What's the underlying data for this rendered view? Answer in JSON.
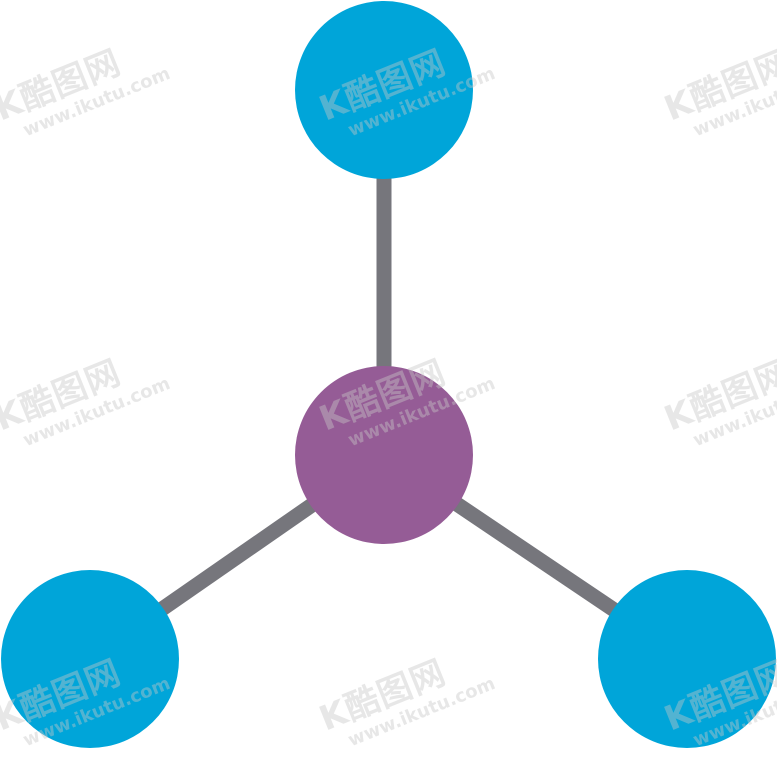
{
  "diagram": {
    "type": "molecule",
    "center_atom": {
      "color": "#955c96"
    },
    "outer_atoms": [
      {
        "id": "top",
        "color": "#00a5d9"
      },
      {
        "id": "bottom-left",
        "color": "#00a5d9"
      },
      {
        "id": "bottom-right",
        "color": "#00a5d9"
      }
    ],
    "bond_color": "#76767c"
  },
  "watermark": {
    "brand": "K酷图网",
    "url": "www.ikutu.com"
  }
}
